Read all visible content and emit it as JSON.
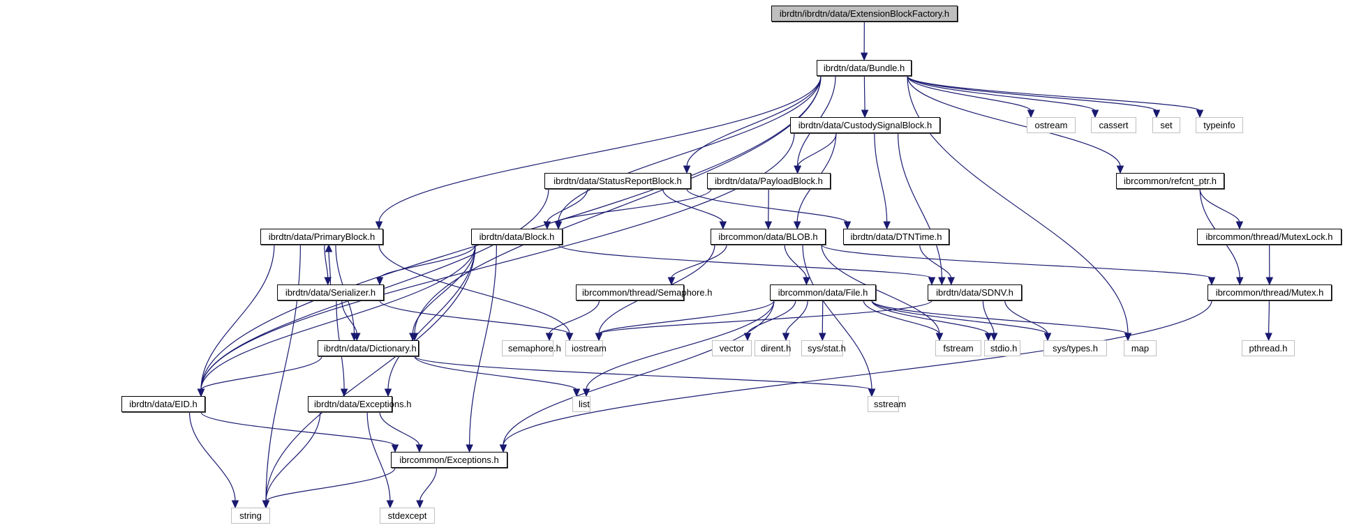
{
  "title": "ibrdtn/ibrdtn/data/ExtensionBlockFactory.h include dependency graph",
  "colors": {
    "edge": "#191970",
    "root_fill": "#bfbfbf",
    "internal_border": "#000000",
    "external_border": "#bfbfbf"
  },
  "nodes": [
    {
      "id": "ebf",
      "label": "ibrdtn/ibrdtn/data/ExtensionBlockFactory.h",
      "kind": "root"
    },
    {
      "id": "bundle",
      "label": "ibrdtn/data/Bundle.h",
      "kind": "internal"
    },
    {
      "id": "custody",
      "label": "ibrdtn/data/CustodySignalBlock.h",
      "kind": "internal"
    },
    {
      "id": "ostream",
      "label": "ostream",
      "kind": "external"
    },
    {
      "id": "cassert",
      "label": "cassert",
      "kind": "external"
    },
    {
      "id": "set",
      "label": "set",
      "kind": "external"
    },
    {
      "id": "typeinfo",
      "label": "typeinfo",
      "kind": "external"
    },
    {
      "id": "status",
      "label": "ibrdtn/data/StatusReportBlock.h",
      "kind": "internal"
    },
    {
      "id": "payload",
      "label": "ibrdtn/data/PayloadBlock.h",
      "kind": "internal"
    },
    {
      "id": "refcnt",
      "label": "ibrcommon/refcnt_ptr.h",
      "kind": "internal"
    },
    {
      "id": "primary",
      "label": "ibrdtn/data/PrimaryBlock.h",
      "kind": "internal"
    },
    {
      "id": "block",
      "label": "ibrdtn/data/Block.h",
      "kind": "internal"
    },
    {
      "id": "blob",
      "label": "ibrcommon/data/BLOB.h",
      "kind": "internal"
    },
    {
      "id": "dtntime",
      "label": "ibrdtn/data/DTNTime.h",
      "kind": "internal"
    },
    {
      "id": "mutexlock",
      "label": "ibrcommon/thread/MutexLock.h",
      "kind": "internal"
    },
    {
      "id": "serializer",
      "label": "ibrdtn/data/Serializer.h",
      "kind": "internal"
    },
    {
      "id": "semaphore",
      "label": "ibrcommon/thread/Semaphore.h",
      "kind": "internal"
    },
    {
      "id": "file",
      "label": "ibrcommon/data/File.h",
      "kind": "internal"
    },
    {
      "id": "sdnv",
      "label": "ibrdtn/data/SDNV.h",
      "kind": "internal"
    },
    {
      "id": "mutex",
      "label": "ibrcommon/thread/Mutex.h",
      "kind": "internal"
    },
    {
      "id": "dictionary",
      "label": "ibrdtn/data/Dictionary.h",
      "kind": "internal"
    },
    {
      "id": "semaphore_h",
      "label": "semaphore.h",
      "kind": "external"
    },
    {
      "id": "iostream",
      "label": "iostream",
      "kind": "external"
    },
    {
      "id": "vector",
      "label": "vector",
      "kind": "external"
    },
    {
      "id": "dirent",
      "label": "dirent.h",
      "kind": "external"
    },
    {
      "id": "sysstat",
      "label": "sys/stat.h",
      "kind": "external"
    },
    {
      "id": "fstream",
      "label": "fstream",
      "kind": "external"
    },
    {
      "id": "stdio",
      "label": "stdio.h",
      "kind": "external"
    },
    {
      "id": "systypes",
      "label": "sys/types.h",
      "kind": "external"
    },
    {
      "id": "map",
      "label": "map",
      "kind": "external"
    },
    {
      "id": "pthread",
      "label": "pthread.h",
      "kind": "external"
    },
    {
      "id": "eid",
      "label": "ibrdtn/data/EID.h",
      "kind": "internal"
    },
    {
      "id": "exceptions",
      "label": "ibrdtn/data/Exceptions.h",
      "kind": "internal"
    },
    {
      "id": "list",
      "label": "list",
      "kind": "external"
    },
    {
      "id": "sstream",
      "label": "sstream",
      "kind": "external"
    },
    {
      "id": "ibrexceptions",
      "label": "ibrcommon/Exceptions.h",
      "kind": "internal"
    },
    {
      "id": "string",
      "label": "string",
      "kind": "external"
    },
    {
      "id": "stdexcept",
      "label": "stdexcept",
      "kind": "external"
    }
  ],
  "edges": [
    [
      "ebf",
      "bundle"
    ],
    [
      "bundle",
      "eid"
    ],
    [
      "bundle",
      "primary"
    ],
    [
      "bundle",
      "block"
    ],
    [
      "bundle",
      "dictionary"
    ],
    [
      "bundle",
      "status"
    ],
    [
      "bundle",
      "payload"
    ],
    [
      "bundle",
      "custody"
    ],
    [
      "bundle",
      "map"
    ],
    [
      "bundle",
      "ostream"
    ],
    [
      "bundle",
      "cassert"
    ],
    [
      "bundle",
      "set"
    ],
    [
      "bundle",
      "typeinfo"
    ],
    [
      "bundle",
      "refcnt"
    ],
    [
      "custody",
      "eid"
    ],
    [
      "custody",
      "payload"
    ],
    [
      "custody",
      "blob"
    ],
    [
      "custody",
      "dtntime"
    ],
    [
      "custody",
      "sdnv"
    ],
    [
      "status",
      "eid"
    ],
    [
      "status",
      "block"
    ],
    [
      "status",
      "blob"
    ],
    [
      "status",
      "dtntime"
    ],
    [
      "payload",
      "block"
    ],
    [
      "payload",
      "blob"
    ],
    [
      "refcnt",
      "mutexlock"
    ],
    [
      "refcnt",
      "mutex"
    ],
    [
      "mutexlock",
      "mutex"
    ],
    [
      "mutex",
      "pthread"
    ],
    [
      "mutex",
      "ibrexceptions"
    ],
    [
      "primary",
      "string"
    ],
    [
      "primary",
      "serializer"
    ],
    [
      "primary",
      "eid"
    ],
    [
      "primary",
      "dictionary"
    ],
    [
      "primary",
      "iostream"
    ],
    [
      "block",
      "eid"
    ],
    [
      "block",
      "serializer"
    ],
    [
      "block",
      "dictionary"
    ],
    [
      "block",
      "exceptions"
    ],
    [
      "block",
      "ibrexceptions"
    ],
    [
      "block",
      "sdnv"
    ],
    [
      "block",
      "string"
    ],
    [
      "serializer",
      "primary"
    ],
    [
      "serializer",
      "dictionary"
    ],
    [
      "serializer",
      "exceptions"
    ],
    [
      "serializer",
      "iostream"
    ],
    [
      "blob",
      "semaphore"
    ],
    [
      "blob",
      "file"
    ],
    [
      "blob",
      "iostream"
    ],
    [
      "blob",
      "fstream"
    ],
    [
      "blob",
      "mutex"
    ],
    [
      "blob",
      "sstream"
    ],
    [
      "dtntime",
      "sdnv"
    ],
    [
      "semaphore",
      "semaphore_h"
    ],
    [
      "file",
      "iostream"
    ],
    [
      "file",
      "list"
    ],
    [
      "file",
      "vector"
    ],
    [
      "file",
      "dirent"
    ],
    [
      "file",
      "sysstat"
    ],
    [
      "file",
      "fstream"
    ],
    [
      "file",
      "stdio"
    ],
    [
      "file",
      "systypes"
    ],
    [
      "file",
      "map"
    ],
    [
      "file",
      "ibrexceptions"
    ],
    [
      "sdnv",
      "iostream"
    ],
    [
      "sdnv",
      "stdio"
    ],
    [
      "sdnv",
      "systypes"
    ],
    [
      "dictionary",
      "eid"
    ],
    [
      "dictionary",
      "list"
    ],
    [
      "dictionary",
      "sstream"
    ],
    [
      "eid",
      "string"
    ],
    [
      "eid",
      "ibrexceptions"
    ],
    [
      "exceptions",
      "string"
    ],
    [
      "exceptions",
      "ibrexceptions"
    ],
    [
      "exceptions",
      "stdexcept"
    ],
    [
      "ibrexceptions",
      "string"
    ],
    [
      "ibrexceptions",
      "stdexcept"
    ]
  ]
}
